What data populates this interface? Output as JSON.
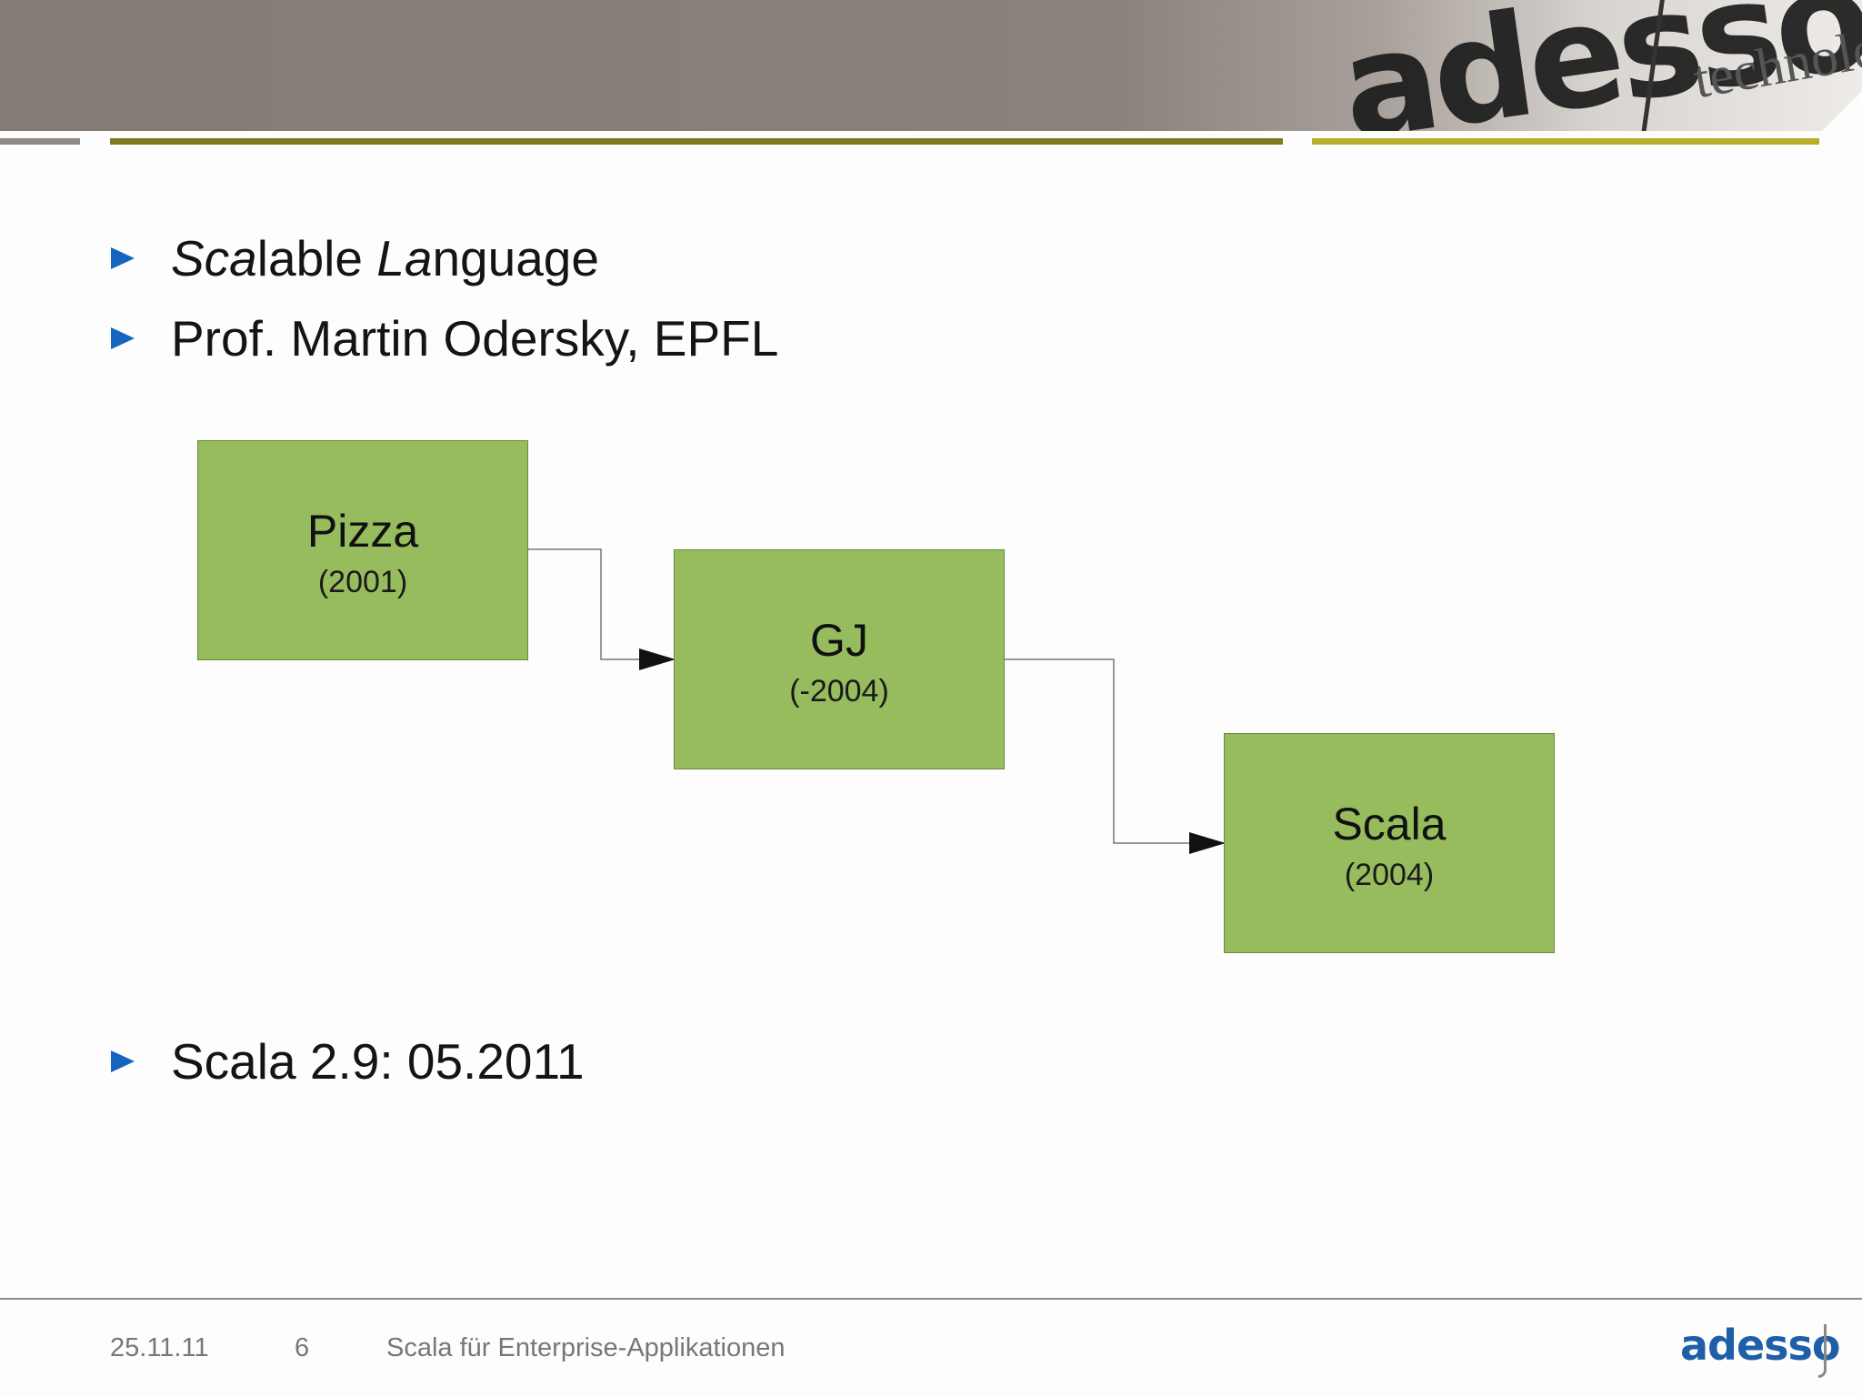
{
  "header": {
    "logo_text": "adesso",
    "tagline": "technolo"
  },
  "bullets": [
    {
      "parts": [
        "Sca",
        "lable ",
        "La",
        "nguage"
      ]
    },
    {
      "text": "Prof. Martin Odersky, EPFL"
    },
    {
      "text": "Scala 2.9: 05.2011"
    }
  ],
  "diagram": {
    "nodes": [
      {
        "name": "Pizza",
        "year": "(2001)"
      },
      {
        "name": "GJ",
        "year": "(-2004)"
      },
      {
        "name": "Scala",
        "year": "(2004)"
      }
    ],
    "edges": [
      {
        "from": "Pizza",
        "to": "GJ"
      },
      {
        "from": "GJ",
        "to": "Scala"
      }
    ]
  },
  "footer": {
    "date": "25.11.11",
    "page": "6",
    "title": "Scala für Enterprise-Applikationen",
    "logo": "adesso"
  },
  "colors": {
    "node_fill": "#96bc5e",
    "bullet": "#1565c0",
    "footer_logo": "#1f5fa8"
  }
}
